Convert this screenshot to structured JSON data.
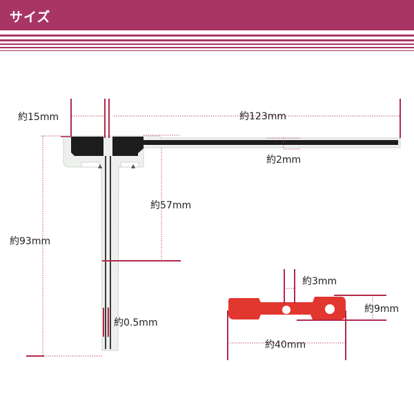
{
  "header": {
    "title": "サイズ"
  },
  "colors": {
    "accent": "#a83564",
    "dimension_line": "#b0284a",
    "guide": "#c8c8c8",
    "film": "#eef0ee",
    "element": "#1d1d1d",
    "tab": "#e2372f"
  },
  "antenna": {
    "width_label": "約15mm",
    "length_label": "約123mm",
    "strip_width_label": "約2mm",
    "leg_length_label": "約57mm",
    "height_label": "約93mm",
    "wire_width_label": "約0.5mm",
    "marks": [
      "▲",
      "▲"
    ]
  },
  "tab": {
    "hole_label": "約3mm",
    "height_label": "約9mm",
    "length_label": "約40mm"
  }
}
